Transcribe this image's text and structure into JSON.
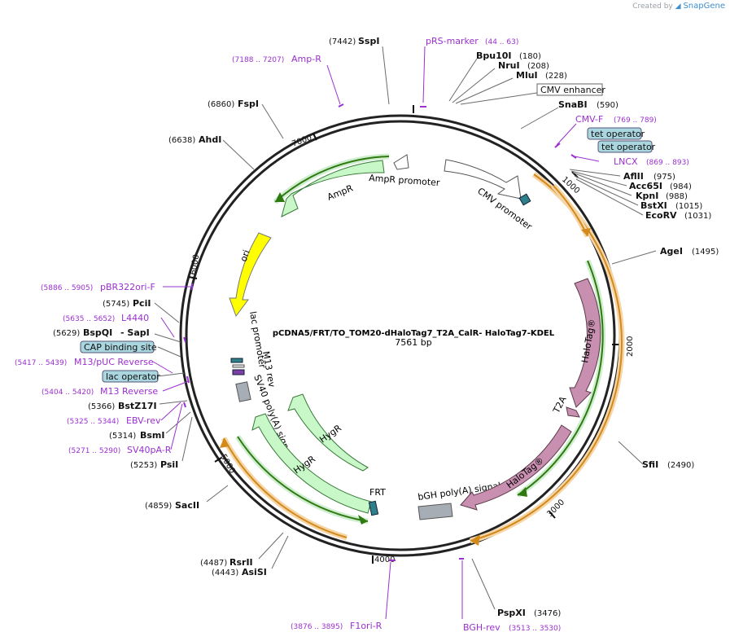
{
  "app": {
    "credit_prefix": "Created by",
    "credit_brand": "SnapGene"
  },
  "plasmid": {
    "name": "pCDNA5/FRT/TO_TOM20-dHaloTag7_T2A_CalR- HaloTag7-KDEL",
    "length_label": "7561 bp",
    "length": 7561
  },
  "colors": {
    "backbone": "#222222",
    "enzyme_line": "#6b6b6b",
    "primer": "#9b30d0",
    "resistance_fill": "#c8f8c8",
    "resistance_stroke": "#3a7a3a",
    "origin_fill": "#ffff00",
    "halotag_fill": "#c98fb0",
    "orange_arc": "#e8a33a",
    "green_arc": "#2f7a10",
    "label_box": "#a9d6df"
  },
  "ticks": [
    "1000",
    "2000",
    "3000",
    "4000",
    "5000",
    "6000",
    "7000"
  ],
  "enzymes": [
    {
      "name": "SspI",
      "pos": "(7442)"
    },
    {
      "name": "Bpu10I",
      "pos": "(180)"
    },
    {
      "name": "NruI",
      "pos": "(208)"
    },
    {
      "name": "MluI",
      "pos": "(228)"
    },
    {
      "name": "SnaBI",
      "pos": "(590)"
    },
    {
      "name": "AflII",
      "pos": "(975)"
    },
    {
      "name": "Acc65I",
      "pos": "(984)"
    },
    {
      "name": "KpnI",
      "pos": "(988)"
    },
    {
      "name": "BstXI",
      "pos": "(1015)"
    },
    {
      "name": "EcoRV",
      "pos": "(1031)"
    },
    {
      "name": "AgeI",
      "pos": "(1495)"
    },
    {
      "name": "SfiI",
      "pos": "(2490)"
    },
    {
      "name": "PspXI",
      "pos": "(3476)"
    },
    {
      "name": "AsiSI",
      "pos": "(4443)"
    },
    {
      "name": "RsrII",
      "pos": "(4487)"
    },
    {
      "name": "SacII",
      "pos": "(4859)"
    },
    {
      "name": "PsiI",
      "pos": "(5253)"
    },
    {
      "name": "BsmI",
      "pos": "(5314)"
    },
    {
      "name": "BstZ17I",
      "pos": "(5366)"
    },
    {
      "name": "BspQI",
      "pos": "(5629)",
      "alias": "- SapI"
    },
    {
      "name": "PciI",
      "pos": "(5745)"
    },
    {
      "name": "AhdI",
      "pos": "(6638)"
    },
    {
      "name": "FspI",
      "pos": "(6860)"
    }
  ],
  "primers": [
    {
      "name": "pRS-marker",
      "range": "(44 .. 63)"
    },
    {
      "name": "Amp-R",
      "range": "(7188 .. 7207)"
    },
    {
      "name": "CMV-F",
      "range": "(769 .. 789)"
    },
    {
      "name": "LNCX",
      "range": "(869 .. 893)"
    },
    {
      "name": "pBR322ori-F",
      "range": "(5886 .. 5905)"
    },
    {
      "name": "L4440",
      "range": "(5635 .. 5652)"
    },
    {
      "name": "M13/pUC Reverse",
      "range": "(5417 .. 5439)"
    },
    {
      "name": "M13 Reverse",
      "range": "(5404 .. 5420)"
    },
    {
      "name": "EBV-rev",
      "range": "(5325 .. 5344)"
    },
    {
      "name": "SV40pA-R",
      "range": "(5271 .. 5290)"
    },
    {
      "name": "F1ori-R",
      "range": "(3876 .. 3895)"
    },
    {
      "name": "BGH-rev",
      "range": "(3513 .. 3530)"
    }
  ],
  "boxed_labels": {
    "cmv_enhancer": "CMV enhancer",
    "tet_operator_1": "tet operator",
    "tet_operator_2": "tet operator",
    "cap_binding_site": "CAP binding site",
    "lac_operator": "lac operator"
  },
  "features": {
    "ampr_promoter": "AmpR promoter",
    "ampr": "AmpR",
    "cmv_promoter": "CMV promoter",
    "ori": "ori",
    "lac_promoter": "lac promoter",
    "m13_rev": "M13 rev",
    "sv40_polya": "SV40 poly(A) signal",
    "hygr_1": "HygR",
    "hygr_2": "HygR",
    "frt": "FRT",
    "bgh_polya": "bGH poly(A) signal",
    "halotag_1": "HaloTag®",
    "halotag_2": "HaloTag®",
    "t2a": "T2A"
  }
}
